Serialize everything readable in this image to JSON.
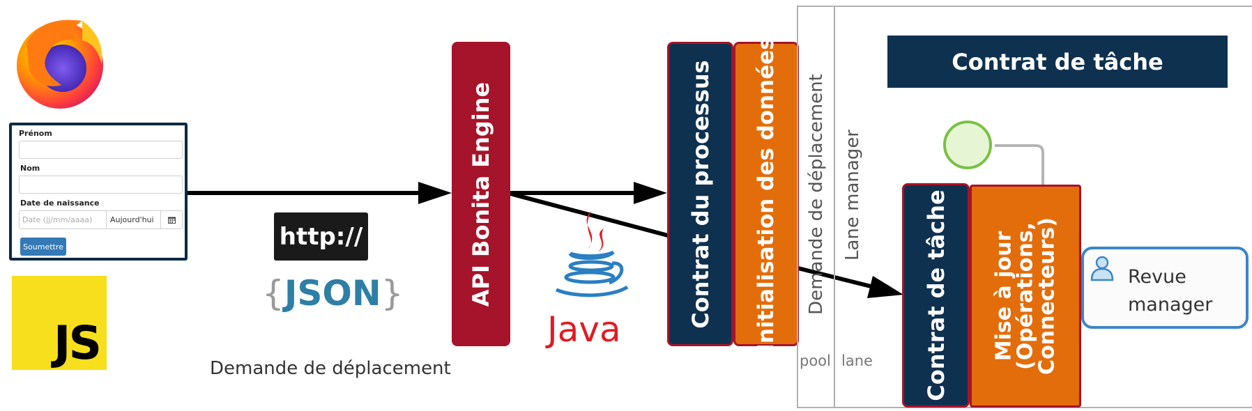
{
  "form": {
    "first_name_label": "Prénom",
    "last_name_label": "Nom",
    "birth_date_label": "Date de naissance",
    "date_placeholder": "Date (jj/mm/aaaa)",
    "today_button": "Aujourd'hui",
    "submit_button": "Soumettre"
  },
  "logos": {
    "js": "JS",
    "http": "http://",
    "json_left": "{",
    "json_text": "JSON",
    "json_right": "}",
    "java": "Java"
  },
  "caption": "Demande de déplacement",
  "api_bar": "API Bonita Engine",
  "process_contract": "Contrat du processus",
  "data_init": "Initialisation des données",
  "pool": {
    "name": "Demande de déplacement",
    "lane_name": "Lane manager",
    "pool_tag": "pool",
    "lane_tag": "lane"
  },
  "task_contract_header": "Contrat de tâche",
  "task_contract_bar": "Contrat de tâche",
  "update_bar": {
    "line1": "Mise à jour",
    "line2": "(Opérations,",
    "line3": "Connecteurs)"
  },
  "task": {
    "line1": "Revue",
    "line2": "manager"
  },
  "colors": {
    "navy": "#0f3150",
    "red": "#a5142a",
    "orange": "#e36d0b",
    "task_border": "#3d86c6",
    "start_event_fill": "#e6f6d4",
    "start_event_border": "#7ac143"
  }
}
